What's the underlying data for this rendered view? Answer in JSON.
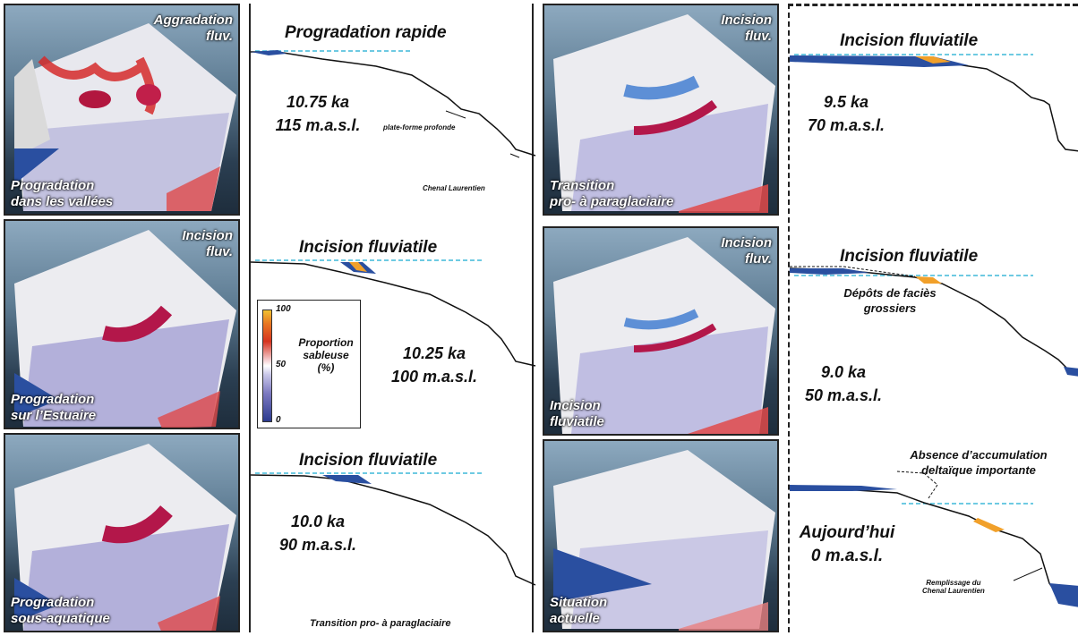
{
  "panels": {
    "p1": {
      "top": "Aggradation\nfluv.",
      "bottom": "Progradation\ndans les vallées"
    },
    "p2": {
      "top": "Incision\nfluv.",
      "bottom": "Progradation\nsur l’Estuaire"
    },
    "p3": {
      "bottom": "Progradation\nsous-aquatique"
    },
    "p4": {
      "top": "Incision\nfluv.",
      "bottom": "Transition\npro- à paraglaciaire"
    },
    "p5": {
      "top": "Incision\nfluv.",
      "bottom": "Incision\nfluviatile"
    },
    "p6": {
      "bottom": "Situation\nactuelle"
    }
  },
  "profiles_left": {
    "a": {
      "title": "Progradation rapide",
      "age": "10.75 ka",
      "level": "115 m.a.s.l.",
      "note1": "plate-forme profonde",
      "note2": "Chenal Laurentien"
    },
    "b": {
      "title": "Incision fluviatile",
      "age": "10.25 ka",
      "level": "100 m.a.s.l."
    },
    "c": {
      "title": "Incision fluviatile",
      "age": "10.0 ka",
      "level": "90 m.a.s.l.",
      "footer": "Transition pro- à paraglaciaire"
    }
  },
  "profiles_right": {
    "a": {
      "title": "Incision fluviatile",
      "age": "9.5 ka",
      "level": "70 m.a.s.l."
    },
    "b": {
      "title": "Incision fluviatile",
      "age": "9.0 ka",
      "level": "50 m.a.s.l.",
      "note": "Dépôts de faciès\ngrossiers"
    },
    "c": {
      "age": "Aujourd’hui",
      "level": "0 m.a.s.l.",
      "note": "Absence d’accumulation\ndeltaïque importante",
      "note2": "Remplissage du\nChenal Laurentien"
    }
  },
  "legend": {
    "max": "100",
    "mid": "50",
    "min": "0",
    "title": "Proportion\nsableuse\n(%)"
  },
  "colors": {
    "water_level": "#3fb8d8",
    "sand_high": "#d6341f",
    "sand_low": "#2b3a8e",
    "coarse": "#f1a02a"
  }
}
